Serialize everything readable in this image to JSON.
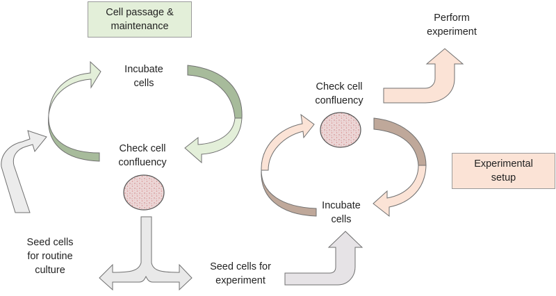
{
  "colors": {
    "green_light": "#e3efd9",
    "green_dark": "#a7bb9b",
    "tan_light": "#fbe3d6",
    "tan_dark": "#bfa89a",
    "grey_light": "#ececec",
    "grey_mid": "#dbdbdb",
    "cell_fill": "#ecd7d7",
    "cell_speckle": "#d98a8a",
    "stroke": "#6f6f6f"
  },
  "labels": {
    "passage_box": [
      "Cell passage &",
      "maintenance"
    ],
    "left_incubate": [
      "Incubate",
      "cells"
    ],
    "left_check": [
      "Check cell",
      "confluency"
    ],
    "seed_routine": [
      "Seed cells",
      "for routine",
      "culture"
    ],
    "seed_experiment": [
      "Seed cells for",
      "experiment"
    ],
    "right_check": [
      "Check cell",
      "confluency"
    ],
    "right_incubate": [
      "Incubate",
      "cells"
    ],
    "perform": [
      "Perform",
      "experiment"
    ],
    "setup_box": [
      "Experimental",
      "setup"
    ]
  }
}
